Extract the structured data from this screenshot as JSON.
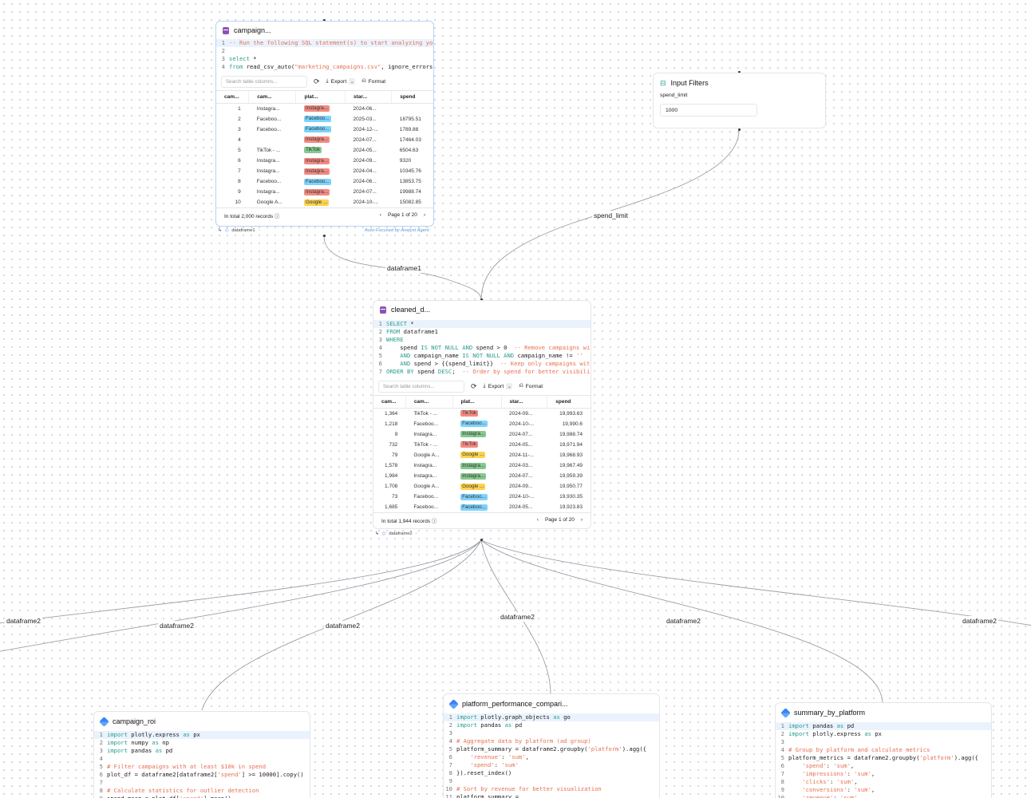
{
  "colors": {
    "tiktok": "#f28b82",
    "facebook": "#7dd3fc",
    "instagram_red": "#f28b82",
    "instagram_green": "#86c98f",
    "google": "#fcd34d"
  },
  "edge_labels": {
    "dataframe1": "dataframe1",
    "spend_limit": "spend_limit",
    "dataframe2": "dataframe2"
  },
  "node1": {
    "title": "campaign...",
    "code": [
      [
        {
          "t": "-- Run the following SQL statement(s) to start analyzing yo",
          "c": "c"
        }
      ],
      [],
      [
        {
          "t": "select ",
          "c": "k"
        },
        {
          "t": "*",
          "c": "n"
        }
      ],
      [
        {
          "t": "from ",
          "c": "k"
        },
        {
          "t": "read_csv_auto(",
          "c": "n"
        },
        {
          "t": "\"marketing_campaigns.csv\"",
          "c": "s"
        },
        {
          "t": ", ignore_errors",
          "c": "n"
        }
      ]
    ],
    "search_placeholder": "Search table columns...",
    "export_label": "Export",
    "format_label": "Format",
    "columns": [
      "cam...",
      "cam...",
      "plat...",
      "star...",
      "spend"
    ],
    "rows": [
      [
        "1",
        "Instagra...",
        "Instagra...",
        "2024-06...",
        ""
      ],
      [
        "2",
        "Faceboo...",
        "Faceboo...",
        "2025-03...",
        "18795.51"
      ],
      [
        "3",
        "Faceboo...",
        "Faceboo...",
        "2024-12-...",
        "1789.88"
      ],
      [
        "4",
        "",
        "Instagra...",
        "2024-07...",
        "17464.03"
      ],
      [
        "5",
        "TikTok - ...",
        "TikTok",
        "2024-05...",
        "6504.63"
      ],
      [
        "6",
        "Instagra...",
        "Instagra...",
        "2024-09...",
        "9320"
      ],
      [
        "7",
        "Instagra...",
        "Instagra...",
        "2024-04...",
        "10345.76"
      ],
      [
        "8",
        "Faceboo...",
        "Faceboo...",
        "2024-06...",
        "13853.75"
      ],
      [
        "9",
        "Instagra...",
        "Instagra...",
        "2024-07...",
        "19988.74"
      ],
      [
        "10",
        "Google A...",
        "Google ...",
        "2024-10-...",
        "15082.85"
      ]
    ],
    "badge_colors": [
      "instagram_red",
      "facebook",
      "facebook",
      "instagram_red",
      "instagram_green",
      "instagram_red",
      "instagram_red",
      "facebook",
      "instagram_red",
      "google"
    ],
    "total": "In total 2,000 records",
    "page": "Page 1 of 20",
    "output_name": "dataframe1",
    "agent_note": "Auto-Focused by Analyst Agent"
  },
  "filters": {
    "title": "Input Filters",
    "label": "spend_limit",
    "value": "1000"
  },
  "node2": {
    "title": "cleaned_d...",
    "code": [
      [
        {
          "t": "SELECT ",
          "c": "k"
        },
        {
          "t": "*",
          "c": "n"
        }
      ],
      [
        {
          "t": "FROM ",
          "c": "k"
        },
        {
          "t": "dataframe1",
          "c": "n"
        }
      ],
      [
        {
          "t": "WHERE",
          "c": "k"
        }
      ],
      [
        {
          "t": "    spend ",
          "c": "n"
        },
        {
          "t": "IS NOT NULL AND ",
          "c": "k"
        },
        {
          "t": "spend > 0  ",
          "c": "n"
        },
        {
          "t": "-- Remove campaigns wi",
          "c": "c"
        }
      ],
      [
        {
          "t": "    AND ",
          "c": "k"
        },
        {
          "t": "campaign_name ",
          "c": "n"
        },
        {
          "t": "IS NOT NULL AND ",
          "c": "k"
        },
        {
          "t": "campaign_name != ",
          "c": "n"
        },
        {
          "t": "''",
          "c": "s"
        }
      ],
      [
        {
          "t": "    AND ",
          "c": "k"
        },
        {
          "t": "spend > {{spend_limit}}  ",
          "c": "n"
        },
        {
          "t": "-- Keep only campaigns wit",
          "c": "c"
        }
      ],
      [
        {
          "t": "ORDER BY ",
          "c": "k"
        },
        {
          "t": "spend ",
          "c": "n"
        },
        {
          "t": "DESC",
          "c": "k"
        },
        {
          "t": ";  ",
          "c": "n"
        },
        {
          "t": "-- Order by spend for better visibili",
          "c": "c"
        }
      ]
    ],
    "search_placeholder": "Search table columns...",
    "export_label": "Export",
    "format_label": "Format",
    "columns": [
      "cam...",
      "cam...",
      "plat...",
      "star...",
      "spend"
    ],
    "rows": [
      [
        "1,364",
        "TikTok - ...",
        "TikTok",
        "2024-09...",
        "19,993.63"
      ],
      [
        "1,218",
        "Faceboo...",
        "Faceboo...",
        "2024-10-...",
        "19,990.6"
      ],
      [
        "9",
        "Instagra...",
        "Instagra...",
        "2024-07...",
        "19,988.74"
      ],
      [
        "732",
        "TikTok - ...",
        "TikTok",
        "2024-05...",
        "19,971.94"
      ],
      [
        "79",
        "Google A...",
        "Google ...",
        "2024-11-...",
        "19,968.93"
      ],
      [
        "1,578",
        "Instagra...",
        "Instagra...",
        "2024-03...",
        "19,967.49"
      ],
      [
        "1,984",
        "Instagra...",
        "Instagra...",
        "2024-07...",
        "19,959.39"
      ],
      [
        "1,708",
        "Google A...",
        "Google ...",
        "2024-09...",
        "19,950.77"
      ],
      [
        "73",
        "Faceboo...",
        "Faceboo...",
        "2024-10-...",
        "19,930.35"
      ],
      [
        "1,685",
        "Faceboo...",
        "Faceboo...",
        "2024-05...",
        "19,923.83"
      ]
    ],
    "badge_colors": [
      "tiktok",
      "facebook",
      "instagram_green",
      "tiktok",
      "google",
      "instagram_green",
      "instagram_green",
      "google",
      "facebook",
      "facebook"
    ],
    "total": "In total 1,944 records",
    "page": "Page 1 of 20",
    "output_name": "dataframe2"
  },
  "py1": {
    "title": "campaign_roi",
    "code": [
      [
        {
          "t": "import ",
          "c": "k"
        },
        {
          "t": "plotly.express ",
          "c": "n"
        },
        {
          "t": "as ",
          "c": "k"
        },
        {
          "t": "px",
          "c": "n"
        }
      ],
      [
        {
          "t": "import ",
          "c": "k"
        },
        {
          "t": "numpy ",
          "c": "n"
        },
        {
          "t": "as ",
          "c": "k"
        },
        {
          "t": "np",
          "c": "n"
        }
      ],
      [
        {
          "t": "import ",
          "c": "k"
        },
        {
          "t": "pandas ",
          "c": "n"
        },
        {
          "t": "as ",
          "c": "k"
        },
        {
          "t": "pd",
          "c": "n"
        }
      ],
      [],
      [
        {
          "t": "# Filter campaigns with at least $10k in spend",
          "c": "c"
        }
      ],
      [
        {
          "t": "plot_df = dataframe2[dataframe2[",
          "c": "n"
        },
        {
          "t": "'spend'",
          "c": "s"
        },
        {
          "t": "] >= 10000].copy()",
          "c": "n"
        }
      ],
      [],
      [
        {
          "t": "# Calculate statistics for outlier detection",
          "c": "c"
        }
      ],
      [
        {
          "t": "spend_mean = plot_df[",
          "c": "n"
        },
        {
          "t": "'spend'",
          "c": "s"
        },
        {
          "t": "].mean()",
          "c": "n"
        }
      ]
    ]
  },
  "py2": {
    "title": "platform_performance_compari...",
    "code": [
      [
        {
          "t": "import ",
          "c": "k"
        },
        {
          "t": "plotly.graph_objects ",
          "c": "n"
        },
        {
          "t": "as ",
          "c": "k"
        },
        {
          "t": "go",
          "c": "n"
        }
      ],
      [
        {
          "t": "import ",
          "c": "k"
        },
        {
          "t": "pandas ",
          "c": "n"
        },
        {
          "t": "as ",
          "c": "k"
        },
        {
          "t": "pd",
          "c": "n"
        }
      ],
      [],
      [
        {
          "t": "# Aggregate data by platform (ad group)",
          "c": "c"
        }
      ],
      [
        {
          "t": "platform_summary = dataframe2.groupby(",
          "c": "n"
        },
        {
          "t": "'platform'",
          "c": "s"
        },
        {
          "t": ").agg({",
          "c": "n"
        }
      ],
      [
        {
          "t": "    ",
          "c": "n"
        },
        {
          "t": "'revenue'",
          "c": "s"
        },
        {
          "t": ": ",
          "c": "n"
        },
        {
          "t": "'sum'",
          "c": "s"
        },
        {
          "t": ",",
          "c": "n"
        }
      ],
      [
        {
          "t": "    ",
          "c": "n"
        },
        {
          "t": "'spend'",
          "c": "s"
        },
        {
          "t": ": ",
          "c": "n"
        },
        {
          "t": "'sum'",
          "c": "s"
        }
      ],
      [
        {
          "t": "}).reset_index()",
          "c": "n"
        }
      ],
      [],
      [
        {
          "t": "# Sort by revenue for better visualization",
          "c": "c"
        }
      ],
      [
        {
          "t": "platform_summary =",
          "c": "n"
        }
      ]
    ]
  },
  "py3": {
    "title": "summary_by_platform",
    "code": [
      [
        {
          "t": "import ",
          "c": "k"
        },
        {
          "t": "pandas ",
          "c": "n"
        },
        {
          "t": "as ",
          "c": "k"
        },
        {
          "t": "pd",
          "c": "n"
        }
      ],
      [
        {
          "t": "import ",
          "c": "k"
        },
        {
          "t": "plotly.express ",
          "c": "n"
        },
        {
          "t": "as ",
          "c": "k"
        },
        {
          "t": "px",
          "c": "n"
        }
      ],
      [],
      [
        {
          "t": "# Group by platform and calculate metrics",
          "c": "c"
        }
      ],
      [
        {
          "t": "platform_metrics = dataframe2.groupby(",
          "c": "n"
        },
        {
          "t": "'platform'",
          "c": "s"
        },
        {
          "t": ").agg({",
          "c": "n"
        }
      ],
      [
        {
          "t": "    ",
          "c": "n"
        },
        {
          "t": "'spend'",
          "c": "s"
        },
        {
          "t": ": ",
          "c": "n"
        },
        {
          "t": "'sum'",
          "c": "s"
        },
        {
          "t": ",",
          "c": "n"
        }
      ],
      [
        {
          "t": "    ",
          "c": "n"
        },
        {
          "t": "'impressions'",
          "c": "s"
        },
        {
          "t": ": ",
          "c": "n"
        },
        {
          "t": "'sum'",
          "c": "s"
        },
        {
          "t": ",",
          "c": "n"
        }
      ],
      [
        {
          "t": "    ",
          "c": "n"
        },
        {
          "t": "'clicks'",
          "c": "s"
        },
        {
          "t": ": ",
          "c": "n"
        },
        {
          "t": "'sum'",
          "c": "s"
        },
        {
          "t": ",",
          "c": "n"
        }
      ],
      [
        {
          "t": "    ",
          "c": "n"
        },
        {
          "t": "'conversions'",
          "c": "s"
        },
        {
          "t": ": ",
          "c": "n"
        },
        {
          "t": "'sum'",
          "c": "s"
        },
        {
          "t": ",",
          "c": "n"
        }
      ],
      [
        {
          "t": "    ",
          "c": "n"
        },
        {
          "t": "'revenue'",
          "c": "s"
        },
        {
          "t": ": ",
          "c": "n"
        },
        {
          "t": "'sum'",
          "c": "s"
        }
      ]
    ]
  }
}
